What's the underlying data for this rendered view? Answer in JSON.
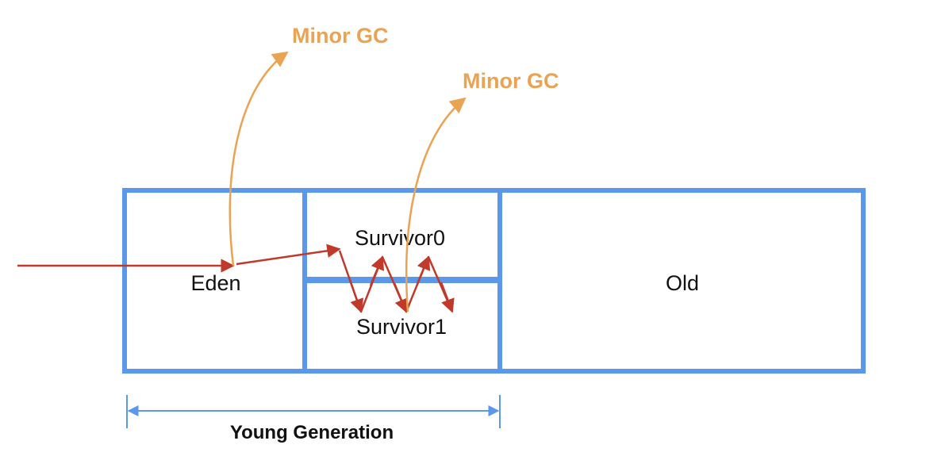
{
  "regions": {
    "eden": "Eden",
    "survivor0": "Survivor0",
    "survivor1": "Survivor1",
    "old": "Old"
  },
  "gc_labels": {
    "first": "Minor GC",
    "second": "Minor GC"
  },
  "generation_label": "Young Generation",
  "colors": {
    "box_border": "#5b97ea",
    "object_flow": "#c0392b",
    "gc_arrow": "#e9a353",
    "dimension_line": "#5b97ea"
  }
}
